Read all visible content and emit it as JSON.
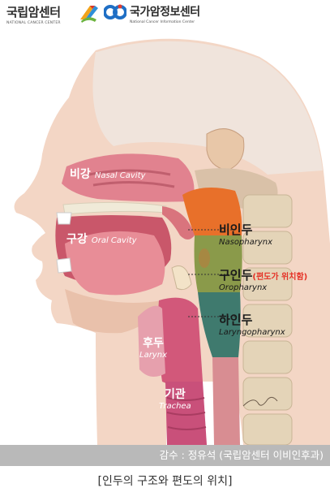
{
  "logos": {
    "nc_kr": "국립암센터",
    "nc_en": "NATIONAL CANCER CENTER",
    "nci_kr": "국가암정보센터",
    "nci_en": "National Cancer Information Center"
  },
  "labels": {
    "nasal_kr": "비강",
    "nasal_en": "Nasal Cavity",
    "oral_kr": "구강",
    "oral_en": "Oral Cavity",
    "naso_kr": "비인두",
    "naso_en": "Nasopharynx",
    "oro_kr": "구인두",
    "oro_note": "(편도가 위치함)",
    "oro_en": "Oropharynx",
    "laryngo_kr": "하인두",
    "laryngo_en": "Laryngopharynx",
    "larynx_kr": "후두",
    "larynx_en": "Larynx",
    "trachea_kr": "기관",
    "trachea_en": "Trachea"
  },
  "credit": "감수 : 정유석 (국립암센터 이비인후과)",
  "caption": "[인두의 구조와 편도의 위치]",
  "colors": {
    "nasopharynx": "#e8702a",
    "oropharynx": "#8a9a4a",
    "laryngopharynx": "#3f7a6e",
    "note_red": "#e53226",
    "credit_bg": "#b9b9b9"
  }
}
